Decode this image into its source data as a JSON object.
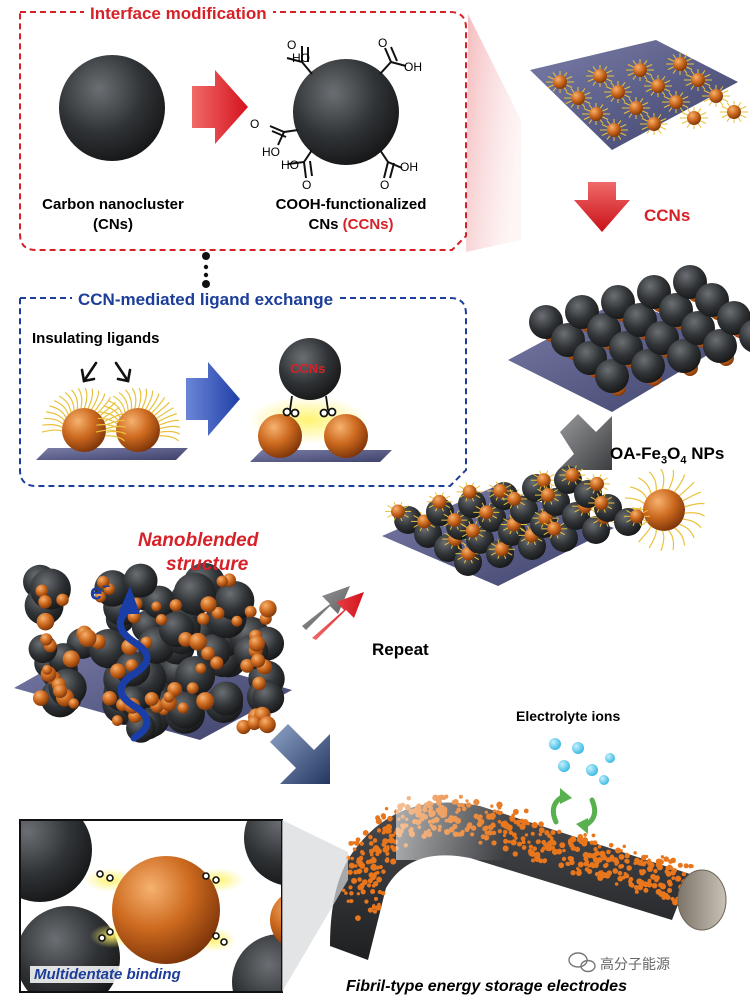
{
  "colors": {
    "red": "#d62128",
    "blue": "#1c3e9a",
    "carbon": "#333638",
    "iron_oxide": "#c8641c",
    "ligand": "#e9c23c",
    "substrate": "#5b5e86"
  },
  "interface_panel": {
    "title": "Interface modification",
    "cn_label_line1": "Carbon nanocluster",
    "cn_label_line2": "(CNs)",
    "ccn_label_line1": "COOH-functionalized",
    "ccn_label_line2_a": "CNs ",
    "ccn_label_line2_b": "(CCNs)",
    "group_o": "O",
    "group_oh": "OH",
    "group_ho": "HO"
  },
  "ligand_panel": {
    "title": "CCN-mediated ligand exchange",
    "insulating_label": "Insulating ligands",
    "ccn_badge": "CCNs"
  },
  "steps": {
    "ccns": "CCNs",
    "np_label": "OA-Fe",
    "np_sub1": "3",
    "np_mid": "O",
    "np_sub2": "4",
    "np_tail": " NPs",
    "repeat": "Repeat",
    "nanoblended_line1": "Nanoblended",
    "nanoblended_line2": "structure",
    "electron": "e",
    "electron_sup": "−",
    "electrolyte": "Electrolyte ions"
  },
  "inset": {
    "label": "Multidentate binding"
  },
  "fibril_label": "Fibril-type energy storage electrodes",
  "watermark": "高分子能源",
  "icons": [
    "wechat-icon",
    "right-arrow-icon",
    "down-arrow-icon",
    "recycle-arrows-icon"
  ]
}
